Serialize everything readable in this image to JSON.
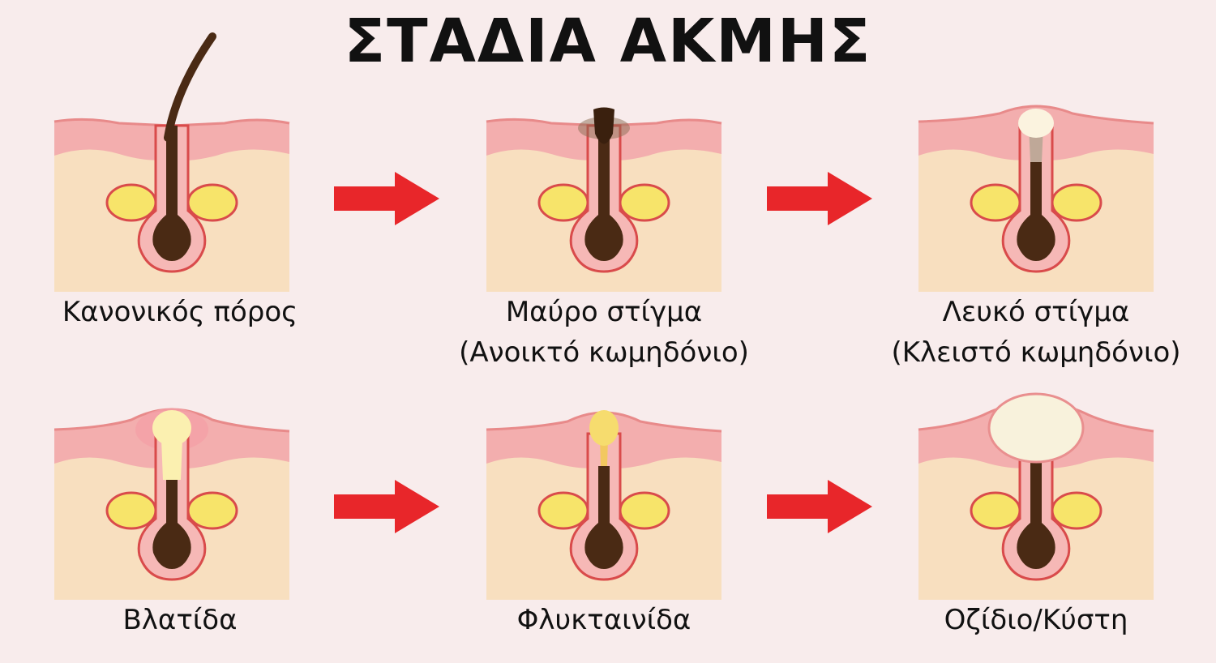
{
  "title": "ΣΤΑΔΙΑ ΑΚΜΗΣ",
  "stages": [
    {
      "line1": "Κανονικός πόρος",
      "line2": ""
    },
    {
      "line1": "Μαύρο στίγμα",
      "line2": "(Ανοικτό κωμηδόνιο)"
    },
    {
      "line1": "Λευκό στίγμα",
      "line2": "(Κλειστό κωμηδόνιο)"
    },
    {
      "line1": "Βλατίδα",
      "line2": ""
    },
    {
      "line1": "Φλυκταινίδα",
      "line2": ""
    },
    {
      "line1": "Οζίδιο/Κύστη",
      "line2": ""
    }
  ],
  "colors": {
    "background": "#f8ecec",
    "epidermis": "#f3aeae",
    "dermis": "#f8dfbf",
    "follicle_outline": "#d94b4b",
    "follicle_lining": "#f6b8b6",
    "hair": "#4a2a14",
    "sebaceous": "#f7e46a",
    "pus": "#fff0a8",
    "cyst": "#f8f2dc",
    "arrow": "#e8262a"
  }
}
